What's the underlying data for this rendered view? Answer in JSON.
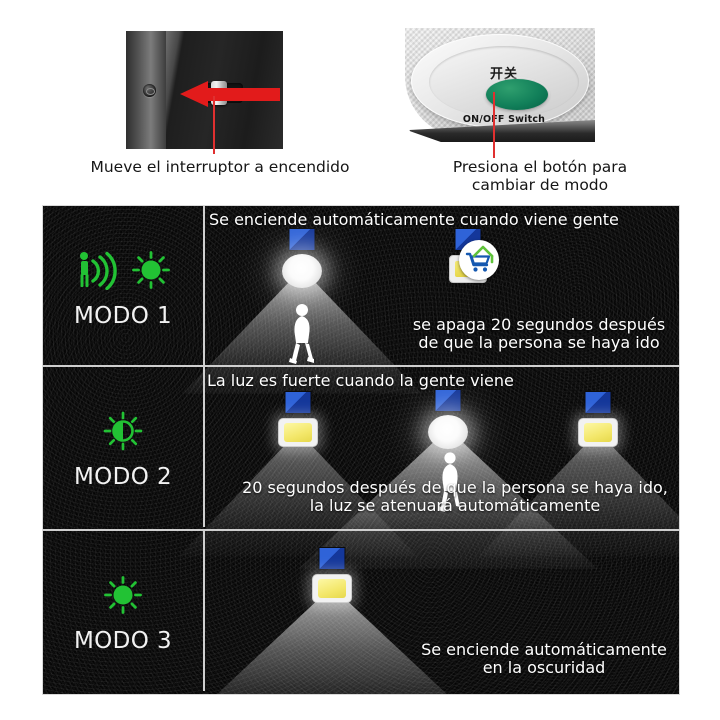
{
  "top": {
    "left_photo": {
      "name": "product-switch-photo",
      "arrow_color": "#e21b1b",
      "caption": "Mueve el interruptor a encendido"
    },
    "right_photo": {
      "name": "product-button-photo",
      "button_chinese_label": "开关",
      "button_english_label": "ON/OFF Switch",
      "button_color": "#12805a",
      "caption_line1": "Presiona el botón para",
      "caption_line2": "cambiar de modo"
    }
  },
  "modes": [
    {
      "id": "mode-1",
      "label": "MODO 1",
      "icons": [
        "motion-sensor-icon",
        "sun-icon"
      ],
      "icon_color": "#22c234",
      "top_text": "Se enciende automáticamente cuando viene gente",
      "bottom_text_line1": "se apaga 20 segundos después",
      "bottom_text_line2": "de que la persona se haya ido",
      "lamps": [
        {
          "state": "on",
          "has_person": true,
          "has_badge": false
        },
        {
          "state": "off",
          "has_person": false,
          "has_badge": true
        }
      ]
    },
    {
      "id": "mode-2",
      "label": "MODO 2",
      "icons": [
        "half-brightness-sun-icon"
      ],
      "icon_color": "#22c234",
      "top_text": "La luz es fuerte cuando la gente viene",
      "bottom_text_line1": "20 segundos después de que la persona se haya ido,",
      "bottom_text_line2": "la luz se atenuará automáticamente",
      "lamps": [
        {
          "state": "dim",
          "has_person": false,
          "has_badge": false
        },
        {
          "state": "on",
          "has_person": true,
          "has_badge": false
        },
        {
          "state": "dim",
          "has_person": false,
          "has_badge": false
        }
      ]
    },
    {
      "id": "mode-3",
      "label": "MODO 3",
      "icons": [
        "sun-icon"
      ],
      "icon_color": "#22c234",
      "top_text": "",
      "bottom_text_line1": "Se enciende automáticamente",
      "bottom_text_line2": "en la oscuridad",
      "lamps": [
        {
          "state": "dim",
          "has_person": false,
          "has_badge": false
        }
      ]
    }
  ],
  "colors": {
    "green_icon": "#22c234",
    "red_arrow": "#e21b1b",
    "solar_blue": "#1b49b5",
    "panel_bg": "#0a0a0a",
    "divider": "#cfcfcf"
  }
}
